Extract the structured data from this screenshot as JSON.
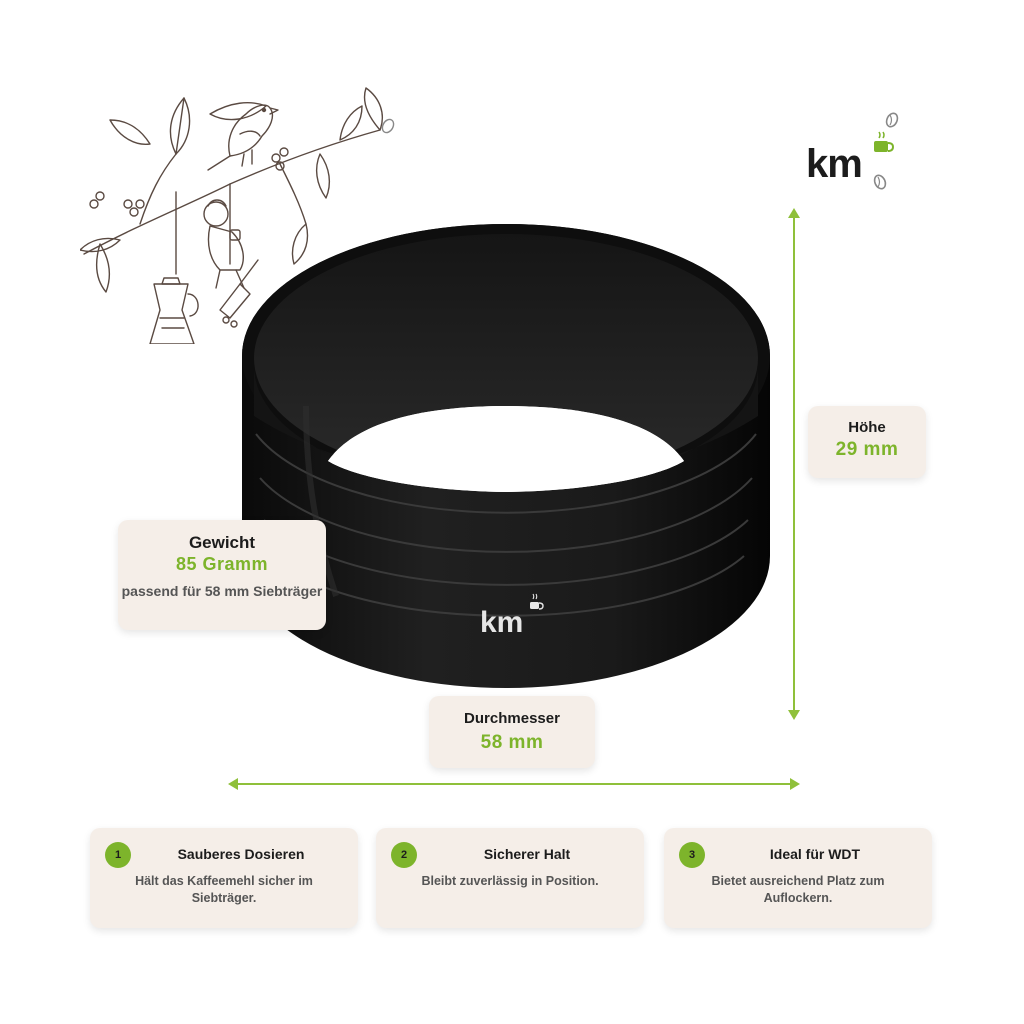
{
  "brand": {
    "logo_text": "km"
  },
  "ring": {
    "engraving": "km"
  },
  "specs": {
    "weight": {
      "label": "Gewicht",
      "value": "85 Gramm",
      "note": "passend für 58 mm Siebträger"
    },
    "height": {
      "label": "Höhe",
      "value": "29 mm"
    },
    "diameter": {
      "label": "Durchmesser",
      "value": "58 mm"
    }
  },
  "features": [
    {
      "number": "1",
      "title": "Sauberes Dosieren",
      "description": "Hält das Kaffeemehl sicher im Siebträger."
    },
    {
      "number": "2",
      "title": "Sicherer Halt",
      "description": "Bleibt zuverlässig in Position."
    },
    {
      "number": "3",
      "title": "Ideal für WDT",
      "description": "Bietet ausreichend Platz zum Auflockern."
    }
  ],
  "colors": {
    "accent": "#7db42b",
    "card_bg": "#f5eee8",
    "ring": "#141414"
  }
}
